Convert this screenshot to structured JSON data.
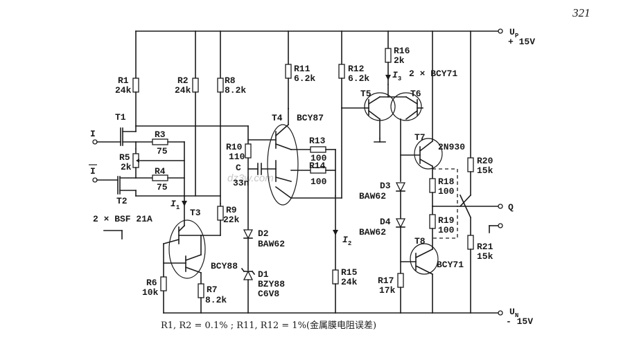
{
  "page_number": "321",
  "watermark": "dz3w.com",
  "rails": {
    "up_name": "U",
    "up_sub": "P",
    "up_value": "+ 15V",
    "un_name": "U",
    "un_sub": "N",
    "un_value": "- 15V"
  },
  "inputs": {
    "in": "I",
    "in_bar": "I"
  },
  "output": "Q",
  "currents": {
    "i1": "I",
    "i1_sub": "1",
    "i2": "I",
    "i2_sub": "2",
    "i3": "I",
    "i3_sub": "3"
  },
  "capacitor": {
    "name": "C",
    "value": "33n"
  },
  "transistors": {
    "t1": "T1",
    "t2": "T2",
    "t12_type": "2 × BSF 21A",
    "t3": "T3",
    "t3_type": "BCY88",
    "t4": "T4",
    "t4_type": "BCY87",
    "t5": "T5",
    "t6": "T6",
    "t56_type": "2 × BCY71",
    "t7": "T7",
    "t7_type": "2N930",
    "t8": "T8",
    "t8_type": "BCY71"
  },
  "resistors": [
    {
      "name": "R1",
      "value": "24k"
    },
    {
      "name": "R2",
      "value": "24k"
    },
    {
      "name": "R3",
      "value": "75"
    },
    {
      "name": "R4",
      "value": "75"
    },
    {
      "name": "R5",
      "value": "2k"
    },
    {
      "name": "R6",
      "value": "10k"
    },
    {
      "name": "R7",
      "value": "8.2k"
    },
    {
      "name": "R8",
      "value": "8.2k"
    },
    {
      "name": "R9",
      "value": "22k"
    },
    {
      "name": "R10",
      "value": "110"
    },
    {
      "name": "R11",
      "value": "6.2k"
    },
    {
      "name": "R12",
      "value": "6.2k"
    },
    {
      "name": "R13",
      "value": "100"
    },
    {
      "name": "R14",
      "value": "100"
    },
    {
      "name": "R15",
      "value": "24k"
    },
    {
      "name": "R16",
      "value": "2k"
    },
    {
      "name": "R17",
      "value": "17k"
    },
    {
      "name": "R18",
      "value": "100"
    },
    {
      "name": "R19",
      "value": "100"
    },
    {
      "name": "R20",
      "value": "15k"
    },
    {
      "name": "R21",
      "value": "15k"
    }
  ],
  "diodes": [
    {
      "name": "D1",
      "type": "BZY88",
      "extra": "C6V8"
    },
    {
      "name": "D2",
      "type": "BAW62"
    },
    {
      "name": "D3",
      "type": "BAW62"
    },
    {
      "name": "D4",
      "type": "BAW62"
    }
  ],
  "footnote": "R1, R2 = 0.1% ; R11, R12 = 1%(金属膜电阻误差)"
}
